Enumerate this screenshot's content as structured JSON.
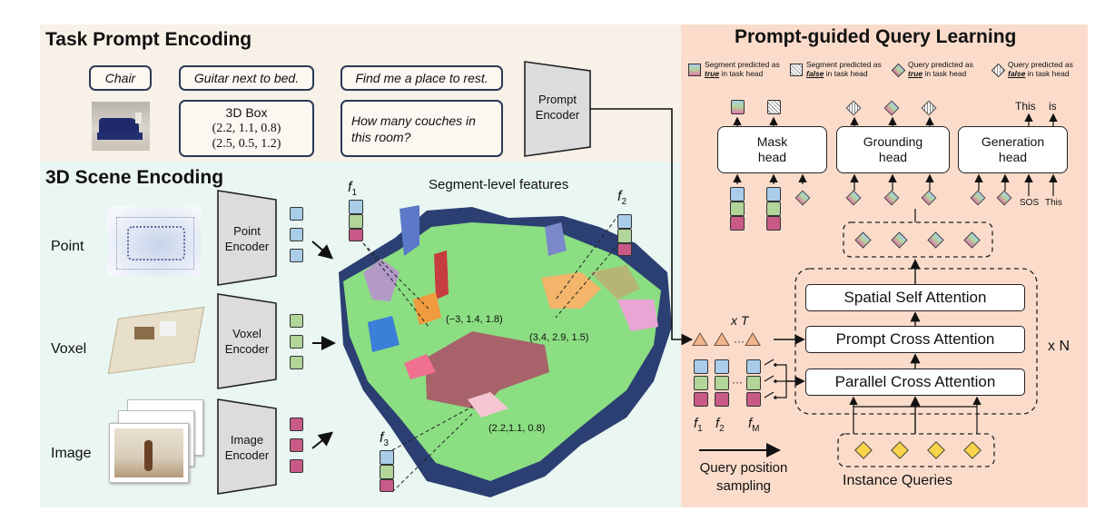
{
  "task": {
    "title": "Task Prompt Encoding",
    "chair": "Chair",
    "guitar": "Guitar next to bed.",
    "find": "Find me a place to rest.",
    "box_title": "3D Box",
    "box_l1": "(2.2, 1.1, 0.8)",
    "box_l2": "(2.5, 0.5, 1.2)",
    "couches": "How many couches in this room?",
    "prompt_encoder": "Prompt Encoder"
  },
  "scene": {
    "title": "3D Scene Encoding",
    "rows": [
      {
        "label": "Point",
        "encoder": "Point Encoder"
      },
      {
        "label": "Voxel",
        "encoder": "Voxel Encoder"
      },
      {
        "label": "Image",
        "encoder": "Image Encoder"
      }
    ],
    "seg_title": "Segment-level features",
    "f1": "f",
    "f1_sub": "1",
    "f2": "f",
    "f2_sub": "2",
    "f3": "f",
    "f3_sub": "3",
    "c1": "(−3, 1.4, 1.8)",
    "c2": "(3.4, 2.9, 1.5)",
    "c3": "(2.2,1.1, 0.8)"
  },
  "prompt": {
    "title": "Prompt-guided Query Learning",
    "legend": [
      {
        "l1": "Segment predicted as",
        "l2a": "true",
        "l2b": " in task head"
      },
      {
        "l1": "Segment predicted as",
        "l2a": "false",
        "l2b": " in task head"
      },
      {
        "l1": "Query predicted as",
        "l2a": "true",
        "l2b": " in task head"
      },
      {
        "l1": "Query predicted as",
        "l2a": "false",
        "l2b": " in task head"
      }
    ],
    "mask_head": "Mask head",
    "grounding_head": "Grounding head",
    "generation_head": "Generation head",
    "this_top": "This",
    "is_top": "is",
    "sos": "SOS",
    "this_bottom": "This",
    "spatial": "Spatial Self Attention",
    "prompt_ca": "Prompt Cross Attention",
    "parallel": "Parallel Cross Attention",
    "xN": "x N",
    "xT": "x T",
    "fm1": "f",
    "fm1_sub": "1",
    "fm2": "f",
    "fm2_sub": "2",
    "fmM": "f",
    "fmM_sub": "M",
    "dots": "···",
    "query_sampling": "Query position sampling",
    "instance_queries": "Instance Queries"
  },
  "colors": {
    "blue": "#a9cde9",
    "green": "#b2d59a",
    "pink": "#c95a87",
    "orange": "#f2b48a",
    "yellow": "#f9d34a",
    "task_bg": "#f7f1e8",
    "scene_bg": "#eaf6f1",
    "prompt_bg": "#fbdccb",
    "encoder_fill": "#dcdcdc"
  }
}
